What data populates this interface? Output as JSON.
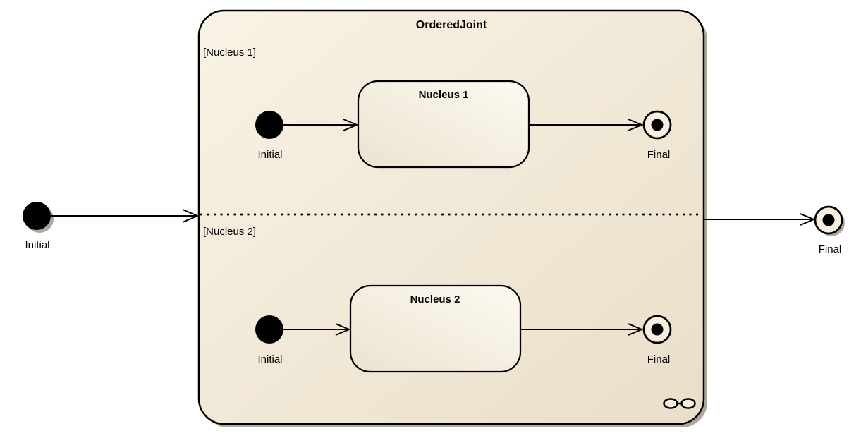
{
  "palette": {
    "background": "#FFFFFF",
    "border": "#000000",
    "shadow": "#ADA89D",
    "composite_fill_start": "#F9F3E5",
    "composite_fill_end": "#E9DEC9",
    "state_fill_start": "#FDFAF2",
    "state_fill_end": "#ECE3D0",
    "final_fill": "#F6EFDF",
    "initial_fill": "#000000",
    "text": "#000000"
  },
  "icons": {
    "composite_indicator": "eyeglasses-icon"
  },
  "diagram": {
    "outer": {
      "initial_label": "Initial",
      "final_label": "Final"
    },
    "composite": {
      "title": "OrderedJoint",
      "regions": [
        {
          "label": "[Nucleus 1]",
          "initial_label": "Initial",
          "state_name": "Nucleus 1",
          "final_label": "Final"
        },
        {
          "label": "[Nucleus 2]",
          "initial_label": "Initial",
          "state_name": "Nucleus 2",
          "final_label": "Final"
        }
      ]
    }
  }
}
